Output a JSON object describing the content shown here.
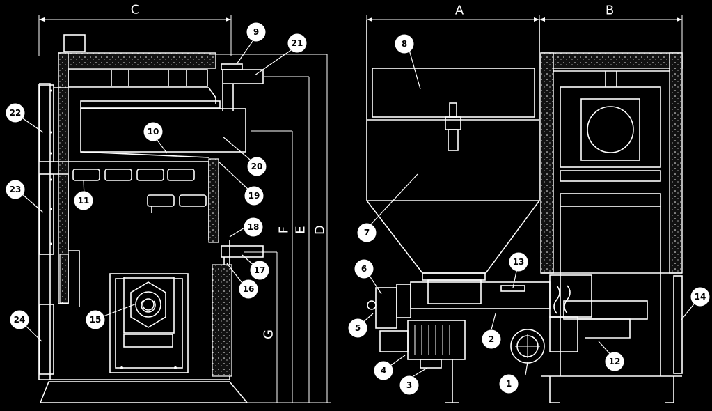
{
  "dimensions": {
    "A": "A",
    "B": "B",
    "C": "C",
    "D": "D",
    "E": "E",
    "F": "F",
    "G": "G"
  },
  "callouts": [
    "1",
    "2",
    "3",
    "4",
    "5",
    "6",
    "7",
    "8",
    "9",
    "10",
    "11",
    "12",
    "13",
    "14",
    "15",
    "16",
    "17",
    "18",
    "19",
    "20",
    "21",
    "22",
    "23",
    "24"
  ],
  "colors": {
    "background": "#000000",
    "line": "#ffffff"
  }
}
